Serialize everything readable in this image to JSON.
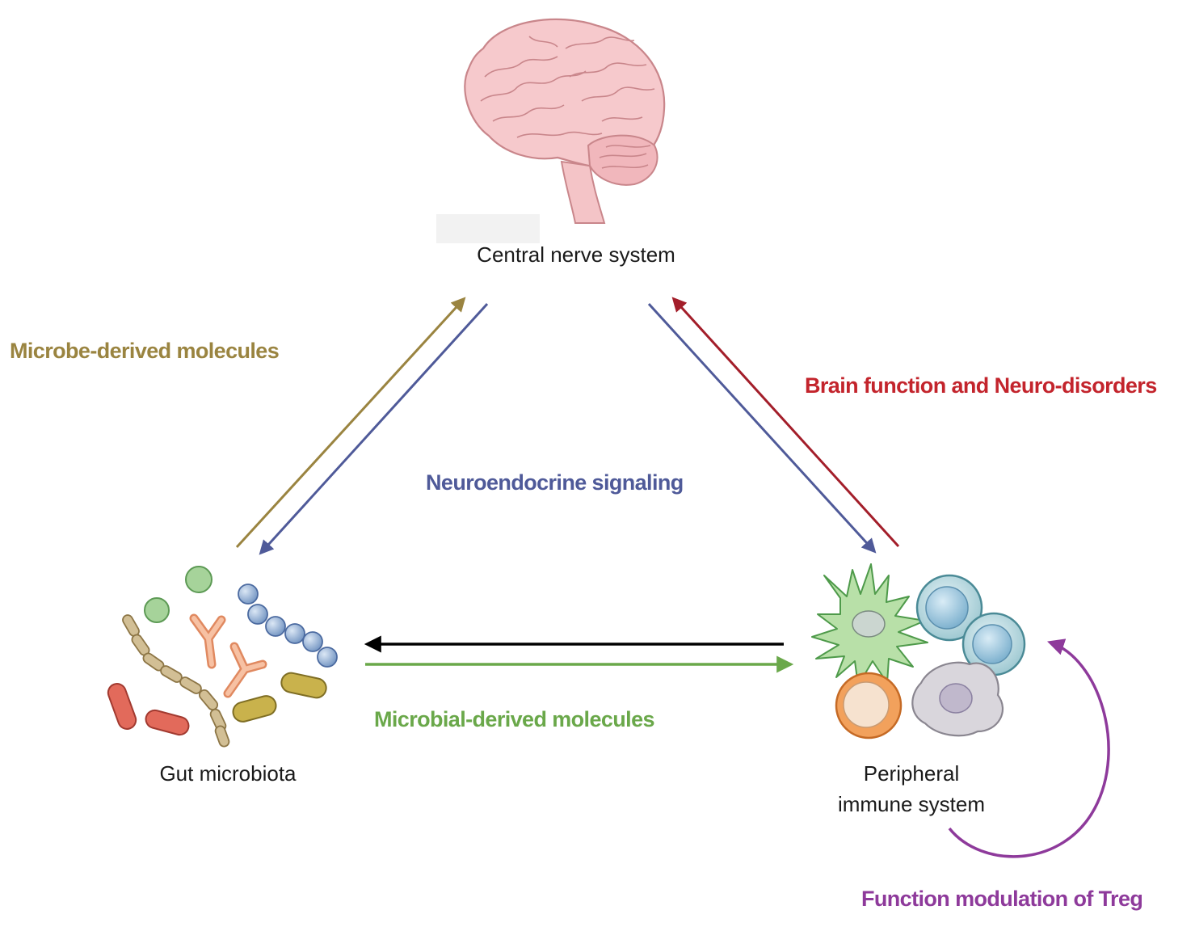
{
  "nodes": {
    "cns": {
      "label": "Central nerve system"
    },
    "gut": {
      "label": "Gut microbiota"
    },
    "immune": {
      "label_line1": "Peripheral",
      "label_line2": "immune system"
    }
  },
  "edges": {
    "microbe_derived": {
      "label": "Microbe-derived molecules",
      "color": "#9a8440"
    },
    "brain_function": {
      "label": "Brain function and Neuro-disorders",
      "color": "#c3242c"
    },
    "neuroendocrine": {
      "label": "Neuroendocrine signaling",
      "color": "#4f5a99"
    },
    "microbial_derived": {
      "label": "Microbial-derived molecules",
      "color": "#6aa84a"
    },
    "immune_to_gut": {
      "color": "#000000"
    },
    "treg": {
      "label": "Function modulation of Treg",
      "color": "#8e3a9b"
    }
  },
  "icons": {
    "brain": "brain-icon",
    "microbes": "microbes-icon",
    "immune_cells": "immune-cells-icon"
  }
}
